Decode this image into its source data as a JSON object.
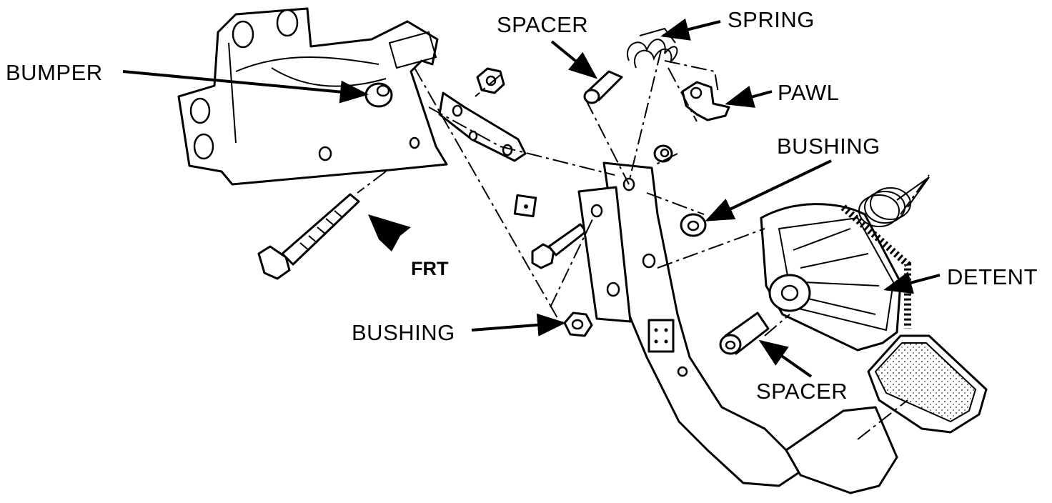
{
  "labels": {
    "bumper": "BUMPER",
    "spacer_top": "SPACER",
    "spring": "SPRING",
    "pawl": "PAWL",
    "bushing_right": "BUSHING",
    "detent": "DETENT",
    "bushing_left": "BUSHING",
    "spacer_bottom": "SPACER",
    "front": "FRT"
  }
}
